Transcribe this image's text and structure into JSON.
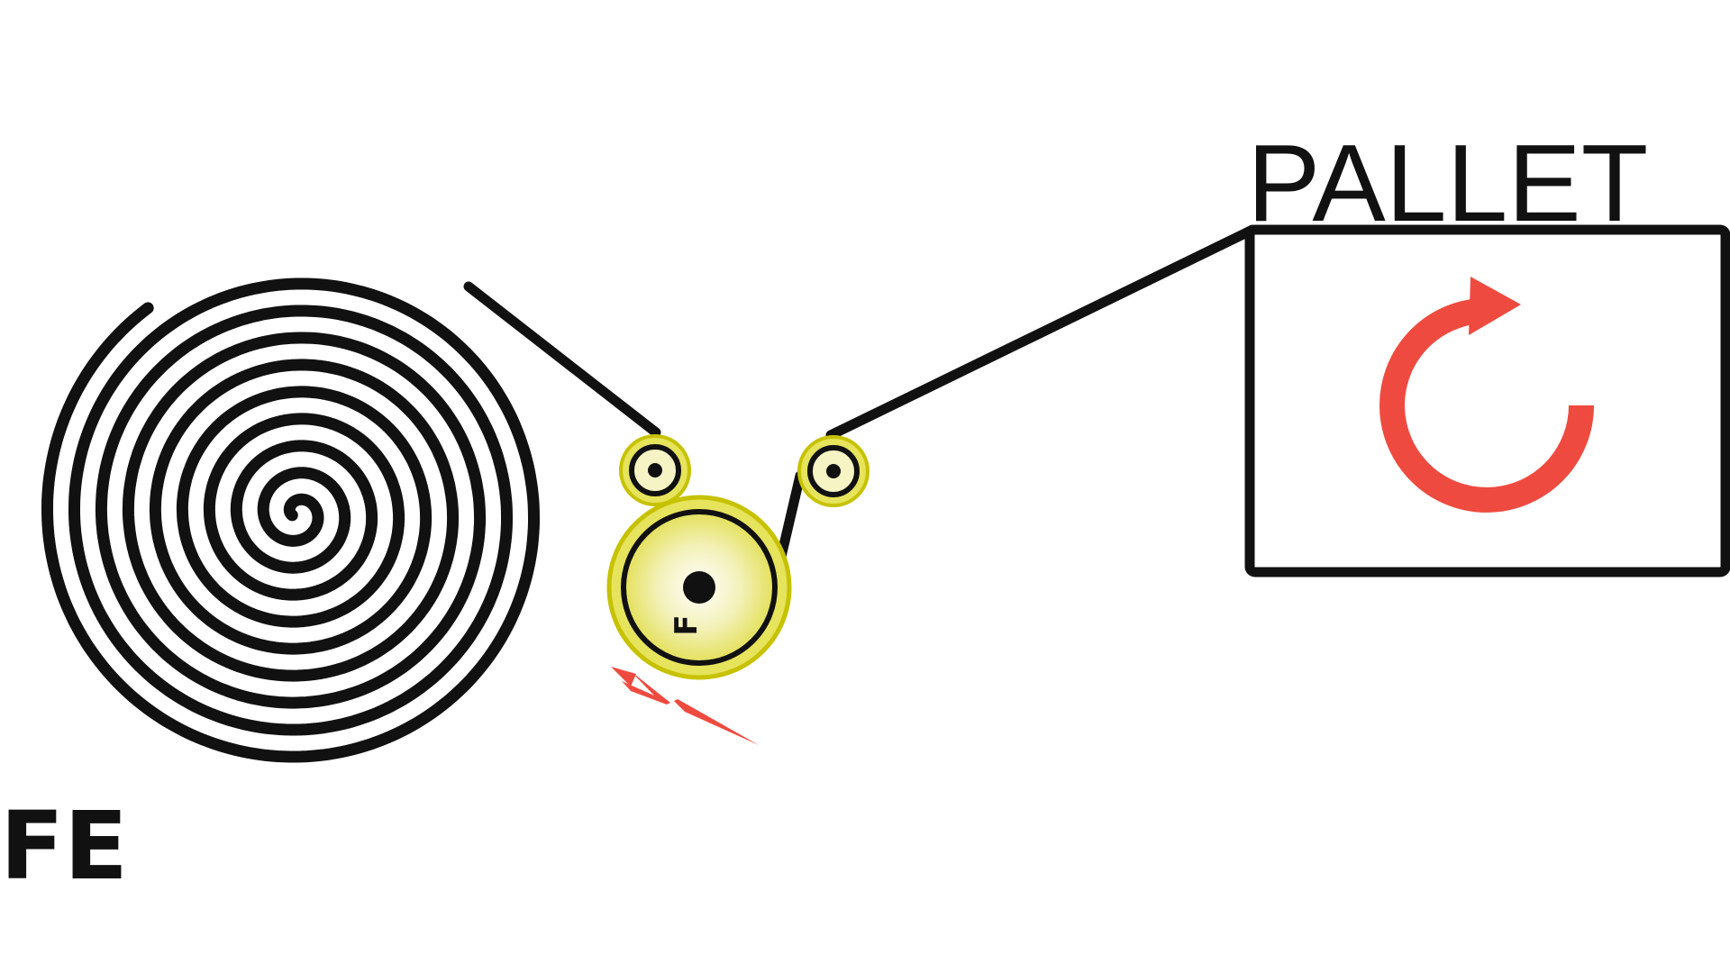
{
  "labels": {
    "pallet": "PALLET",
    "film_roll": "FE",
    "roller_mark": "F"
  },
  "icons": {
    "rotation": "rotate-clockwise-icon",
    "electric": "lightning-bolt-icon"
  },
  "colors": {
    "line": "#111111",
    "roller_fill": "#e6e35c",
    "roller_outline": "#c7c200",
    "accent_red": "#ef4a3f",
    "background": "#ffffff"
  }
}
